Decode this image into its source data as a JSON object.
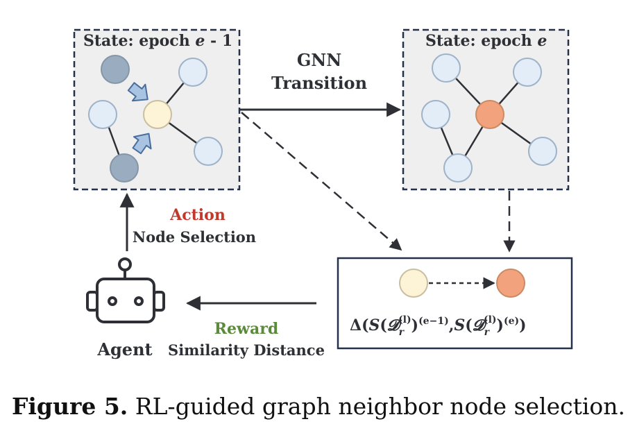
{
  "state_before": {
    "title": "State: epoch",
    "var": "e",
    "suffix": " - 1"
  },
  "state_after": {
    "title": "State: epoch",
    "var": "e"
  },
  "transition": {
    "line1": "GNN",
    "line2": "Transition"
  },
  "action": {
    "title": "Action",
    "subtitle": "Node Selection"
  },
  "reward": {
    "title": "Reward",
    "subtitle": "Similarity Distance"
  },
  "agent": {
    "label": "Agent"
  },
  "formula": {
    "delta": "Δ(",
    "s1": "S",
    "d1": "𝓓",
    "sub1": "r",
    "sup1": "(l)",
    "close1": ")",
    "exp1": "(e−1)",
    "comma": ",",
    "s2": "S",
    "d2": "𝓓",
    "sub2": "r",
    "sup2": "(l)",
    "close2": ")",
    "exp2": "(e)",
    "close3": ")"
  },
  "caption": {
    "label": "Figure 5.",
    "text": " RL-guided graph neighbor node selection."
  },
  "colors": {
    "line": "#2e3036",
    "panel_bg": "#efefef",
    "panel_border": "#25304a",
    "node_light": "#e2edf8",
    "node_gray": "#9aacbf",
    "node_target_before": "#fdf3d6",
    "node_target_after": "#f2a37d",
    "arrow_fill": "#a9c3e2",
    "action_color": "#c0392b",
    "reward_color": "#5a8a3a"
  }
}
